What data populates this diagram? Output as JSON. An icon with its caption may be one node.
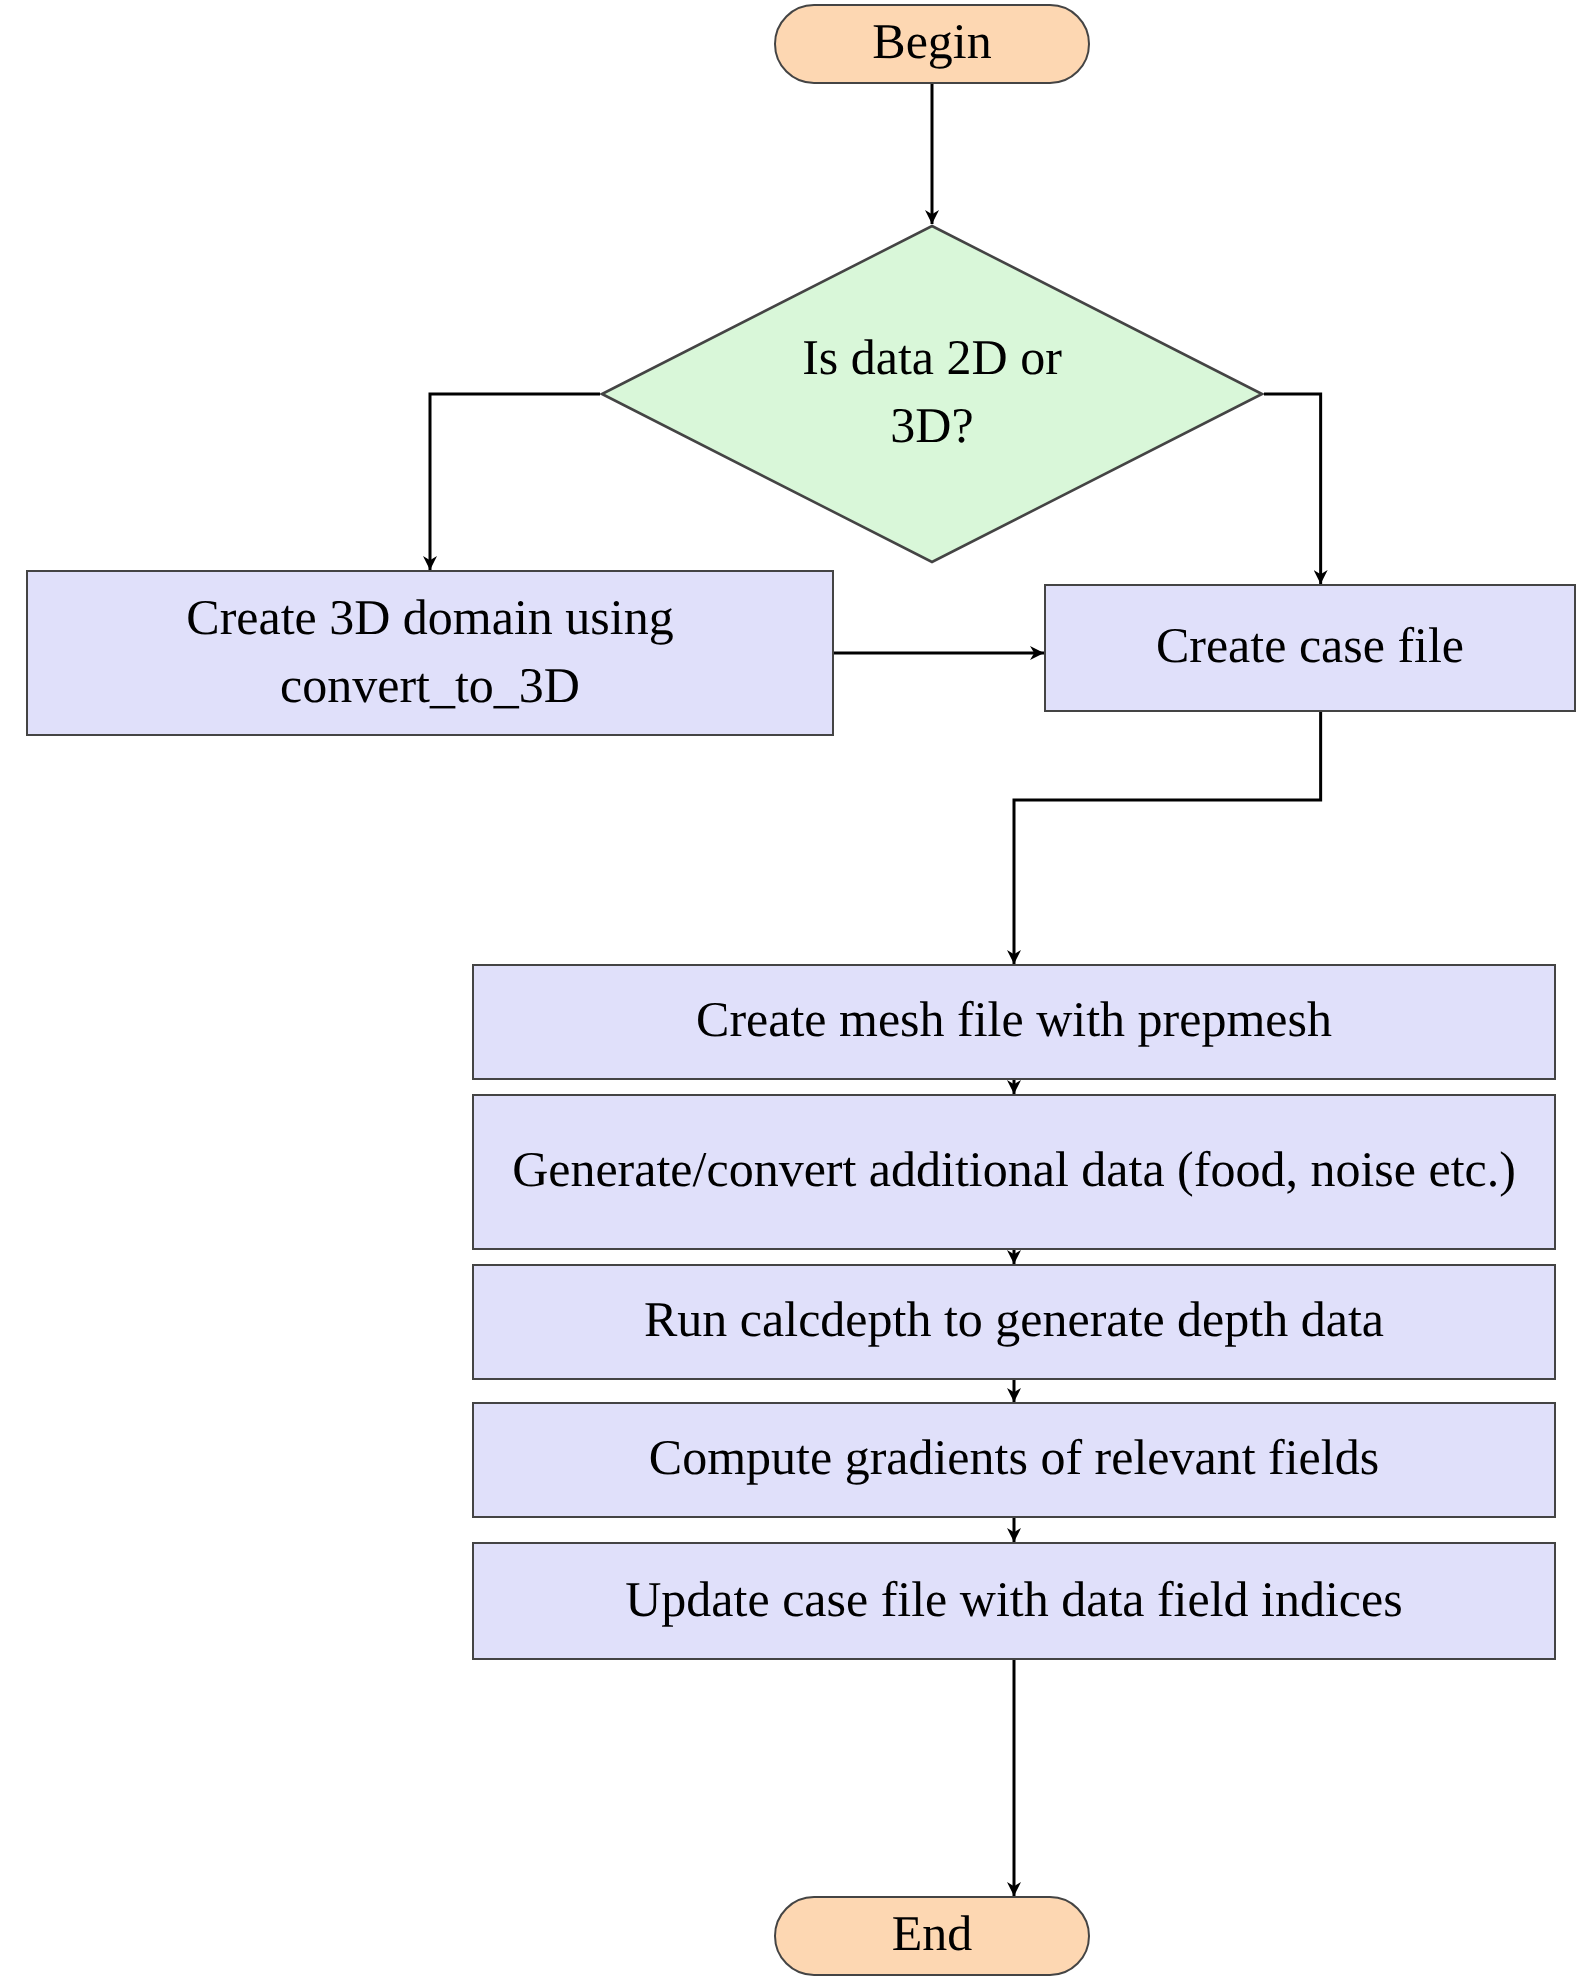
{
  "diagram": {
    "nodes": [
      {
        "text": [
          "Begin"
        ]
      },
      {
        "text": [
          "Is data 2D or 3D?"
        ]
      },
      {
        "text": [
          "Create 3D domain using convert_to_3D"
        ]
      },
      {
        "text": [
          "Create case file"
        ]
      },
      {
        "text": [
          "Create mesh file with prepmesh"
        ]
      },
      {
        "text": [
          "Generate/convert additional data (food, noise etc.)"
        ]
      },
      {
        "text": [
          "Run calcdepth to generate depth data"
        ]
      },
      {
        "text": [
          "Compute gradients of relevant fields"
        ]
      },
      {
        "text": [
          "Update case file with data field indices"
        ]
      },
      {
        "text": [
          "End"
        ]
      }
    ],
    "edges": [
      {
        "from": 0,
        "to": 1,
        "arrow": "to"
      },
      {
        "from": 1,
        "to": 2,
        "arrow": "to"
      },
      {
        "from": 1,
        "to": 3,
        "arrow": "to"
      },
      {
        "from": 2,
        "to": 3,
        "arrow": "to"
      },
      {
        "from": 3,
        "to": 4,
        "arrow": "to"
      },
      {
        "from": 4,
        "to": 5,
        "arrow": "to"
      },
      {
        "from": 5,
        "to": 6,
        "arrow": "to"
      },
      {
        "from": 6,
        "to": 7,
        "arrow": "to"
      },
      {
        "from": 7,
        "to": 8,
        "arrow": "to"
      },
      {
        "from": 8,
        "to": 9,
        "arrow": "to"
      }
    ]
  }
}
